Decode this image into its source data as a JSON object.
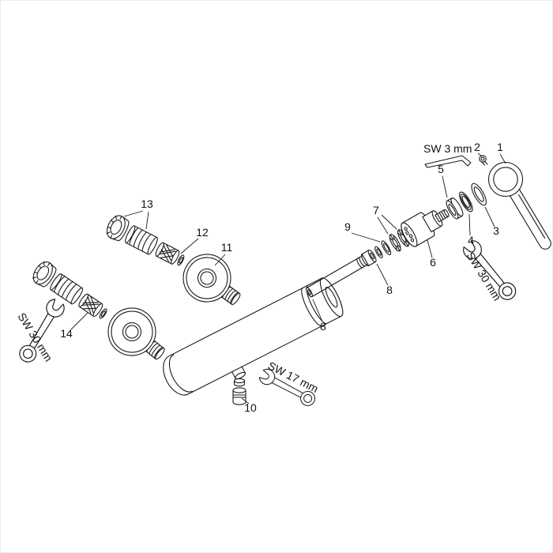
{
  "colors": {
    "line": "#1a1a1a",
    "background": "#ffffff"
  },
  "callouts": {
    "part1": "1",
    "part2": "2",
    "part3": "3",
    "part4": "4",
    "part5": "5",
    "part6": "6",
    "part7": "7",
    "part8_tube": "8",
    "part8_seal": "8",
    "part9": "9",
    "part10": "10",
    "part11": "11",
    "part12": "12",
    "part13": "13",
    "part14": "14"
  },
  "tool_labels": {
    "allen_key": "SW 3 mm",
    "wrench_cartridge": "SW 30 mm",
    "wrench_inlets": "SW 30 mm",
    "wrench_outlet": "SW 17 mm"
  }
}
